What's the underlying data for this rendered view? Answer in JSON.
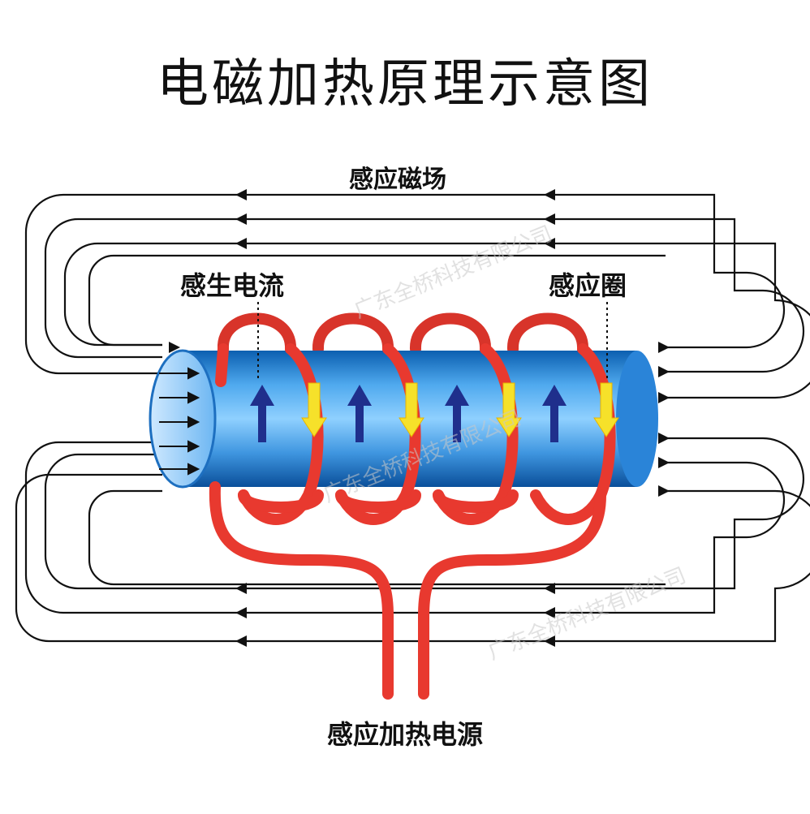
{
  "title": "电磁加热原理示意图",
  "labels": {
    "magnetic_field": "感应磁场",
    "induced_current": "感生电流",
    "induction_coil": "感应圈",
    "power_supply": "感应加热电源"
  },
  "watermark": "广东全桥科技有限公司",
  "colors": {
    "coil": "#e8392f",
    "tube": "#2d8fe0",
    "field_lines": "#111111",
    "current_arrow_up": "#1f2f8c",
    "current_arrow_down": "#f6e12a"
  }
}
